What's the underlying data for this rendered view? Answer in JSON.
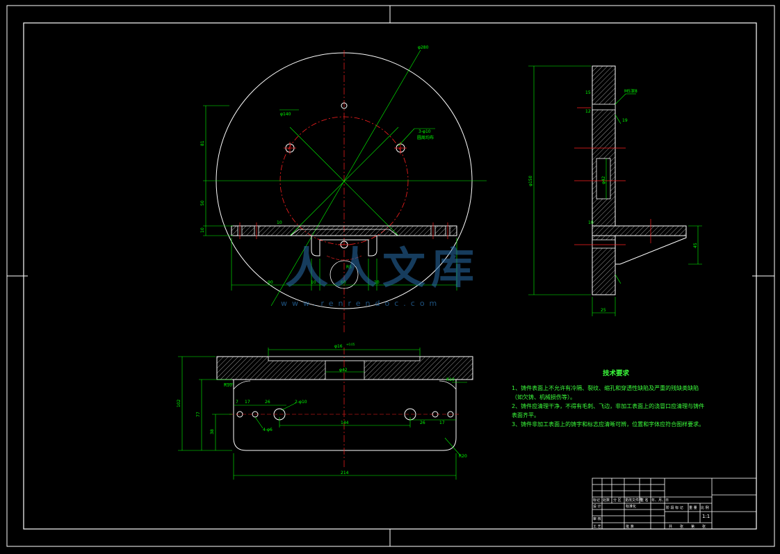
{
  "drawing": {
    "dims": {
      "d280": "φ280",
      "d140": "φ140",
      "holes3": "3-φ10",
      "holes3_note": "圆周均布",
      "v81": "81",
      "v50": "50",
      "v10a": "10",
      "v10b": "10",
      "v10c": "10",
      "v10d": "10",
      "v60": "60",
      "v10e": "10",
      "v90": "90",
      "d150": "φ150",
      "m5": "M5深8",
      "d42a": "φ42",
      "side_d42": "φ42",
      "v45": "45",
      "v25": "25",
      "v19": "19",
      "r5": "R5",
      "d16h": "φ16",
      "d16h_tol": "+0.05",
      "d42b": "φ42",
      "r10a": "R10",
      "r10b": "R10",
      "v7": "7",
      "v17a": "17",
      "v26a": "26",
      "holes2": "2-φ10",
      "holes4": "4-φ6",
      "v144": "144",
      "v26b": "26",
      "v17b": "17",
      "v102": "102",
      "v77": "77",
      "v38": "38",
      "v214": "214",
      "r20": "R20",
      "v15": "15",
      "v12": "12"
    },
    "tech": {
      "title": "技术要求",
      "lines": [
        "1、铸件表面上不允许有冷隔、裂纹、缩孔和穿透性缺陷及严重的残缺类缺陷",
        "（如欠铸、机械损伤等）。",
        "2、铸件应清理干净，不得有毛刺、飞边，非加工表面上的浇冒口应清理与铸件",
        "表面齐平。",
        "3、铸件非加工表面上的铸字和标志应清晰可辨，位置和字体应符合图样要求。"
      ]
    },
    "watermark": {
      "cn": "人人文库",
      "url": "www.renrendoc.com"
    },
    "titleblock": {
      "row1": [
        "标记",
        "处数",
        "分 区",
        "更改文件号",
        "签 名",
        "年、月、日"
      ],
      "row2": [
        "设 计",
        "标准化"
      ],
      "stage": [
        "阶 段 标 记",
        "重 量",
        "比 例"
      ],
      "scale": "1:1",
      "row3": [
        "审 核"
      ],
      "row4": [
        "工 艺",
        "批 准"
      ],
      "sheet": [
        "共",
        "张",
        "第",
        "张"
      ]
    },
    "colors": {
      "outline": "#ffffff",
      "dimension": "#00ff00",
      "centerline": "#ff2020",
      "hatch": "#ffffff"
    }
  }
}
